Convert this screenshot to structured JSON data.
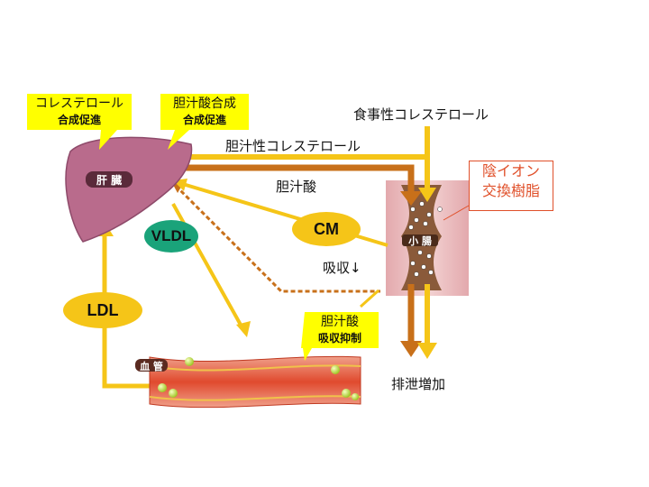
{
  "callouts": {
    "cholesterol_synthesis": {
      "line1": "コレステロール",
      "line2": "合成促進"
    },
    "bile_acid_synthesis": {
      "line1": "胆汁酸合成",
      "line2": "合成促進"
    },
    "bile_acid_absorption": {
      "line1": "胆汁酸",
      "line2": "吸収抑制"
    }
  },
  "labels": {
    "dietary_cholesterol": "食事性コレステロール",
    "biliary_cholesterol": "胆汁性コレステロール",
    "bile_acid": "胆汁酸",
    "absorption": "吸収↓",
    "excretion_increase": "排泄増加"
  },
  "organs": {
    "liver": "肝 臓",
    "small_intestine": "小 腸",
    "blood_vessel": "血 管"
  },
  "lipoproteins": {
    "vldl": "VLDL",
    "cm": "CM",
    "ldl": "LDL"
  },
  "resin": {
    "line1": "陰イオン",
    "line2": "交換樹脂"
  },
  "colors": {
    "yellow": "#f5c518",
    "brown": "#c8701a",
    "liver": "#b96b8c",
    "vessel": "#e8553a",
    "vldl_green": "#1aa37a",
    "resin_red": "#e0502a"
  }
}
